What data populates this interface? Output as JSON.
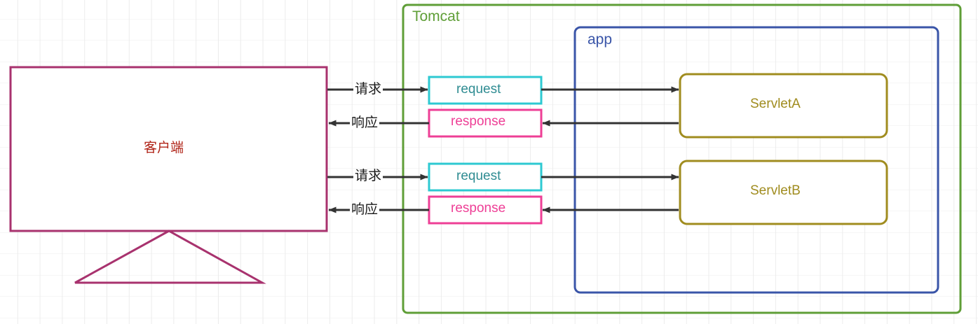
{
  "diagram": {
    "title_visible": false,
    "containers": [
      {
        "id": "tomcat",
        "label": "Tomcat",
        "color": "#5f9e37"
      },
      {
        "id": "app",
        "label": "app",
        "color": "#3a55a8"
      }
    ],
    "client": {
      "label": "客户端",
      "border_color": "#a8326e",
      "text_color": "#b02418",
      "stand": "monitor-stand-triangle"
    },
    "flows": [
      {
        "id": "flow-a",
        "request_label_cn": "请求",
        "response_label_cn": "响应",
        "request_box_label": "request",
        "response_box_label": "response",
        "servlet_label": "ServletA"
      },
      {
        "id": "flow-b",
        "request_label_cn": "请求",
        "response_label_cn": "响应",
        "request_box_label": "request",
        "response_box_label": "response",
        "servlet_label": "ServletB"
      }
    ],
    "colors": {
      "request_border": "#2dc9d2",
      "request_text": "#2f8c92",
      "response_border": "#ee3f96",
      "response_text": "#ee3f96",
      "servlet_border": "#a08c1f",
      "servlet_text": "#a08c1f",
      "arrow": "#333333",
      "grid": "#ececec"
    }
  }
}
